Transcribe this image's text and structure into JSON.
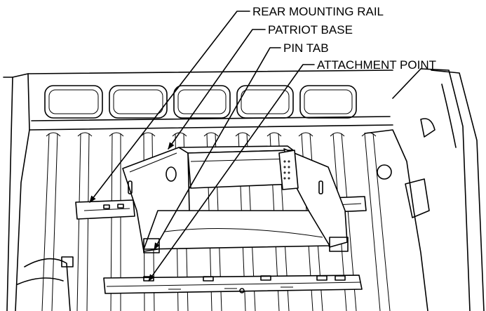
{
  "callouts": [
    {
      "id": "rear-mounting-rail",
      "label": "REAR MOUNTING RAIL"
    },
    {
      "id": "patriot-base",
      "label": "PATRIOT BASE"
    },
    {
      "id": "pin-tab",
      "label": "PIN TAB"
    },
    {
      "id": "attachment-point",
      "label": "ATTACHMENT POINT"
    }
  ]
}
